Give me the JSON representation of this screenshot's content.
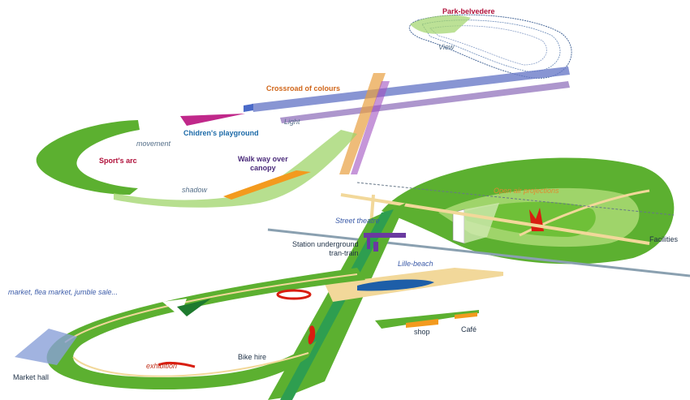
{
  "colors": {
    "grass": "#5cb030",
    "light_grass": "#9fd46a",
    "path": "#f2d89a",
    "water": "#1d5ea8",
    "sculpture": "#d81e10",
    "canopy": "#f39a1e",
    "playground": "#c0288a"
  },
  "labels": {
    "park_belvedere": "Park-belvedere",
    "view": "View",
    "crossroad": "Crossroad of colours",
    "light": "Light",
    "playground": "Chidren's playground",
    "sports_arc": "Sport's arc",
    "movement": "movement",
    "walkway_line1": "Walk way over",
    "walkway_line2": "canopy",
    "shadow": "shadow",
    "open_air": "Open air projections",
    "street_theatre": "Street theatre",
    "station_line1": "Station underground",
    "station_line2": "tran-train",
    "facilities": "Facilities",
    "lille_beach": "Lille-beach",
    "market": "market, flea market, jumble sale...",
    "shop": "shop",
    "cafe": "Café",
    "exhibition": "exhibition",
    "bike_hire": "Bike hire",
    "market_hall": "Market hall"
  }
}
